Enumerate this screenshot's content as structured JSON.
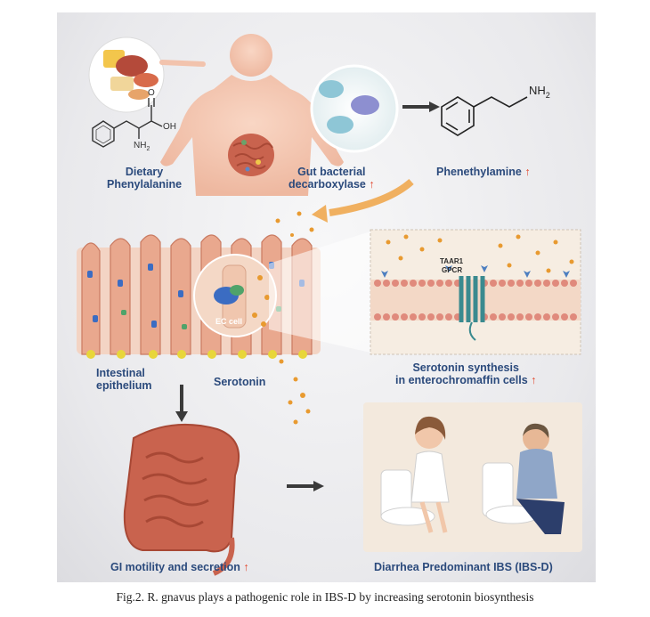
{
  "labels": {
    "dietary": "Dietary\nPhenylalanine",
    "gut_bacterial": "Gut bacterial\ndecarboxylase",
    "phenethylamine": "Phenethylamine",
    "intestinal": "Intestinal\nepithelium",
    "serotonin": "Serotonin",
    "serotonin_synthesis": "Serotonin synthesis\nin enterochromaffin cells",
    "gi_motility": "GI motility and secretion",
    "ibs_d": "Diarrhea Predominant IBS (IBS-D)",
    "ec_cell": "EC cell",
    "taar1": "TAAR1",
    "gpcr": "GPCR",
    "up_arrow": "↑"
  },
  "chem": {
    "oh": "OH",
    "o": "O",
    "nh2": "NH",
    "nh2_sub": "2"
  },
  "caption": "Fig.2. R. gnavus plays a pathogenic role in IBS-D by increasing serotonin biosynthesis",
  "colors": {
    "label_blue": "#2b4a7c",
    "up_red": "#e2462c",
    "body_pink": "#f2c3ad",
    "arrow_orange": "#f0b060",
    "arrow_dark": "#3a3a3a",
    "intestine": "#c9634e"
  }
}
